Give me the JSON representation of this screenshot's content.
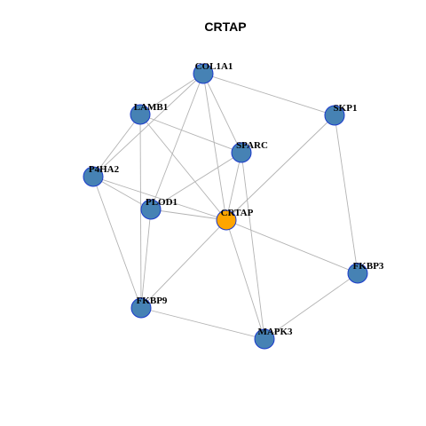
{
  "title": "CRTAP",
  "colors": {
    "node_fill": "#4682b4",
    "center_fill": "#ffa500",
    "node_stroke": "#1a3acc",
    "edge": "#b3b3b3"
  },
  "nodes": [
    {
      "id": "COL1A1",
      "label": "COL1A1",
      "center": false
    },
    {
      "id": "LAMB1",
      "label": "LAMB1",
      "center": false
    },
    {
      "id": "SKP1",
      "label": "SKP1",
      "center": false
    },
    {
      "id": "SPARC",
      "label": "SPARC",
      "center": false
    },
    {
      "id": "P4HA2",
      "label": "P4HA2",
      "center": false
    },
    {
      "id": "PLOD1",
      "label": "PLOD1",
      "center": false
    },
    {
      "id": "CRTAP",
      "label": "CRTAP",
      "center": true
    },
    {
      "id": "FKBP3",
      "label": "FKBP3",
      "center": false
    },
    {
      "id": "FKBP9",
      "label": "FKBP9",
      "center": false
    },
    {
      "id": "MAPK3",
      "label": "MAPK3",
      "center": false
    }
  ],
  "edges": [
    [
      "COL1A1",
      "LAMB1"
    ],
    [
      "COL1A1",
      "SKP1"
    ],
    [
      "COL1A1",
      "SPARC"
    ],
    [
      "COL1A1",
      "P4HA2"
    ],
    [
      "COL1A1",
      "PLOD1"
    ],
    [
      "COL1A1",
      "CRTAP"
    ],
    [
      "LAMB1",
      "SPARC"
    ],
    [
      "LAMB1",
      "P4HA2"
    ],
    [
      "LAMB1",
      "CRTAP"
    ],
    [
      "LAMB1",
      "FKBP9"
    ],
    [
      "SKP1",
      "CRTAP"
    ],
    [
      "SKP1",
      "FKBP3"
    ],
    [
      "SPARC",
      "PLOD1"
    ],
    [
      "SPARC",
      "CRTAP"
    ],
    [
      "SPARC",
      "MAPK3"
    ],
    [
      "P4HA2",
      "PLOD1"
    ],
    [
      "P4HA2",
      "CRTAP"
    ],
    [
      "P4HA2",
      "FKBP9"
    ],
    [
      "PLOD1",
      "CRTAP"
    ],
    [
      "PLOD1",
      "FKBP9"
    ],
    [
      "CRTAP",
      "FKBP3"
    ],
    [
      "CRTAP",
      "FKBP9"
    ],
    [
      "CRTAP",
      "MAPK3"
    ],
    [
      "FKBP3",
      "MAPK3"
    ],
    [
      "FKBP9",
      "MAPK3"
    ]
  ]
}
